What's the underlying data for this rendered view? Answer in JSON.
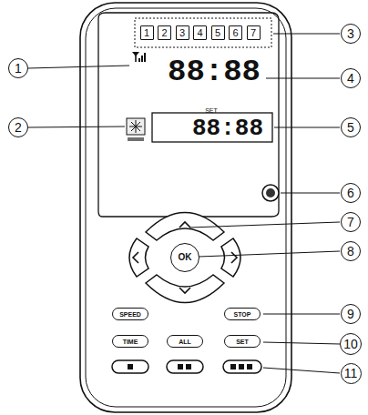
{
  "diagram": {
    "nodes": [
      {
        "text": [
          "1"
        ]
      },
      {
        "text": [
          "2"
        ]
      },
      {
        "text": [
          "3"
        ]
      },
      {
        "text": [
          "4"
        ]
      },
      {
        "text": [
          "5"
        ]
      },
      {
        "text": [
          "6"
        ]
      },
      {
        "text": [
          "7"
        ]
      },
      {
        "text": [
          "OK"
        ]
      },
      {
        "text": [
          "SPEED"
        ]
      },
      {
        "text": [
          "STOP"
        ]
      },
      {
        "text": [
          "TIME"
        ]
      },
      {
        "text": [
          "ALL"
        ]
      },
      {
        "text": [
          "SET"
        ]
      }
    ],
    "labels": [
      "88:88",
      "SET",
      "88:88",
      "1",
      "2",
      "3",
      "4",
      "5",
      "6",
      "7",
      "8",
      "9",
      "10",
      "11"
    ]
  }
}
